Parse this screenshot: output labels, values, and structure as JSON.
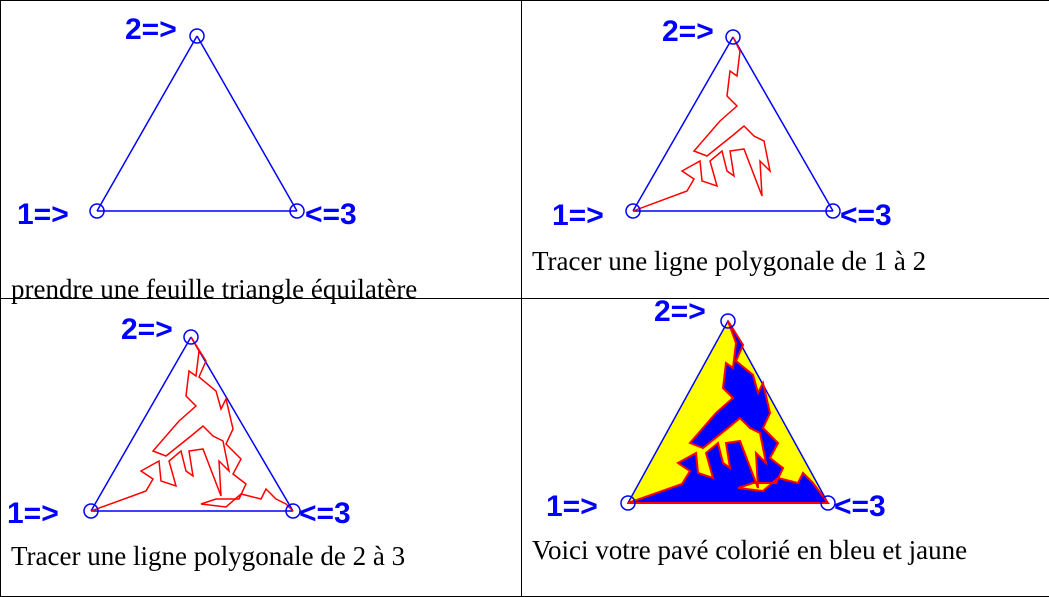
{
  "panels": [
    {
      "caption": "prendre une feuille triangle équilatère",
      "labels": {
        "p1": "1=>",
        "p2": "2=>",
        "p3": "<=3"
      }
    },
    {
      "caption": "Tracer une ligne polygonale de 1 à 2",
      "labels": {
        "p1": "1=>",
        "p2": "2=>",
        "p3": "<=3"
      }
    },
    {
      "caption": "Tracer une ligne polygonale de 2 à 3",
      "labels": {
        "p1": "1=>",
        "p2": "2=>",
        "p3": "<=3"
      }
    },
    {
      "caption": "Voici votre pavé colorié en bleu et jaune",
      "labels": {
        "p1": "1=>",
        "p2": "2=>",
        "p3": "<=3"
      }
    }
  ],
  "colors": {
    "triangle": "#0000ff",
    "polyline": "#ff0000",
    "fill_yellow": "#ffff00",
    "fill_blue": "#0000ff"
  }
}
